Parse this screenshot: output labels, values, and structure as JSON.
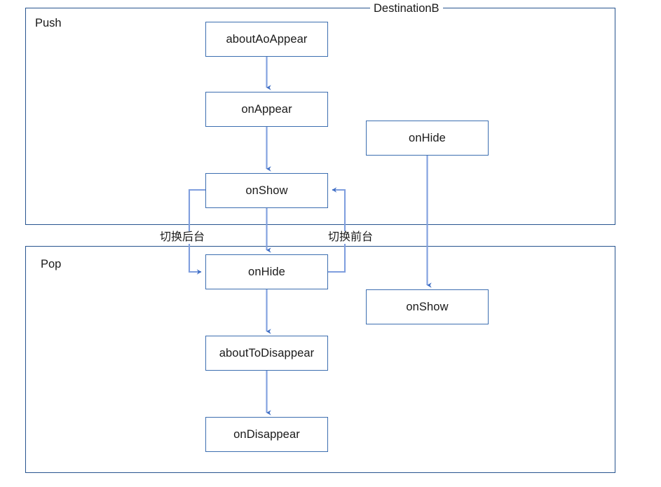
{
  "diagram": {
    "title": "DestinationB",
    "colors": {
      "container_border": "#27548f",
      "node_border": "#3c6eb0",
      "arrow": "#7f9ede",
      "arrow_head": "#3f6ec4",
      "background": "#ffffff",
      "text": "#1a1a1a"
    },
    "containers": [
      {
        "id": "push",
        "label": "Push"
      },
      {
        "id": "pop",
        "label": "Pop"
      }
    ],
    "nodes": [
      {
        "id": "aboutAoAppear",
        "label": "aboutAoAppear",
        "group": "push",
        "column": "main"
      },
      {
        "id": "onAppear",
        "label": "onAppear",
        "group": "push",
        "column": "main"
      },
      {
        "id": "onShow",
        "label": "onShow",
        "group": "push",
        "column": "main"
      },
      {
        "id": "onHide",
        "label": "onHide",
        "group": "pop",
        "column": "main"
      },
      {
        "id": "aboutToDisappear",
        "label": "aboutToDisappear",
        "group": "pop",
        "column": "main"
      },
      {
        "id": "onDisappear",
        "label": "onDisappear",
        "group": "pop",
        "column": "main"
      },
      {
        "id": "onHideRight",
        "label": "onHide",
        "group": "push",
        "column": "right"
      },
      {
        "id": "onShowRight",
        "label": "onShow",
        "group": "pop",
        "column": "right"
      }
    ],
    "edge_labels": [
      {
        "id": "to-background",
        "label": "切换后台"
      },
      {
        "id": "to-foreground",
        "label": "切换前台"
      }
    ]
  }
}
